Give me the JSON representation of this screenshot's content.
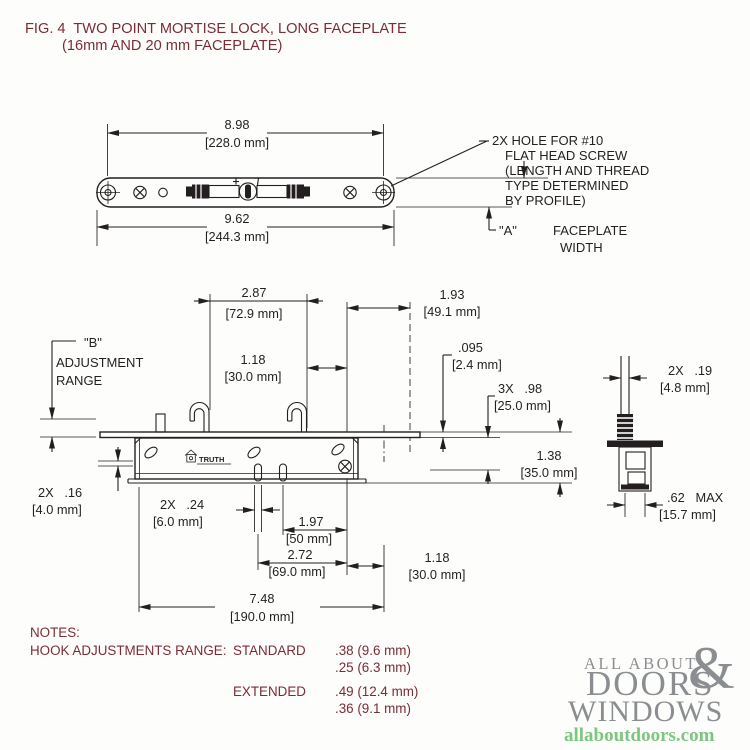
{
  "title": {
    "line1": "FIG. 4  TWO POINT MORTISE LOCK, LONG FACEPLATE",
    "line2": "(16mm AND 20 mm FACEPLATE)"
  },
  "colors": {
    "ink": "#231f20",
    "maroon": "#7c2b36",
    "logo_gray": "#8b8e90",
    "logo_green": "#7cc77f"
  },
  "top_view": {
    "dim_898": {
      "in": "8.98",
      "mm": "[228.0 mm]"
    },
    "dim_962": {
      "in": "9.62",
      "mm": "[244.3 mm]"
    },
    "callout": {
      "l1": "2X HOLE FOR #10",
      "l2": "FLAT HEAD SCREW",
      "l3": "(LENGTH AND THREAD",
      "l4": "TYPE DETERMINED",
      "l5": "BY PROFILE)"
    },
    "a_ref": {
      "label": "\"A\"",
      "desc1": "FACEPLATE",
      "desc2": "WIDTH"
    }
  },
  "side_view": {
    "b_ref": {
      "label": "\"B\"",
      "desc1": "ADJUSTMENT",
      "desc2": "RANGE"
    },
    "dim_287": {
      "in": "2.87",
      "mm": "[72.9 mm]"
    },
    "dim_118_top": {
      "in": "1.18",
      "mm": "[30.0 mm]"
    },
    "dim_193": {
      "in": "1.93",
      "mm": "[49.1 mm]"
    },
    "dim_095": {
      "in": ".095",
      "mm": "[2.4 mm]"
    },
    "dim_098": {
      "in": "3X   .98",
      "mm": "[25.0 mm]"
    },
    "dim_138": {
      "in": "1.38",
      "mm": "[35.0 mm]"
    },
    "dim_016": {
      "in": "2X   .16",
      "mm": "[4.0 mm]"
    },
    "dim_024": {
      "in": "2X   .24",
      "mm": "[6.0 mm]"
    },
    "dim_197": {
      "in": "1.97",
      "mm": "[50 mm]"
    },
    "dim_272": {
      "in": "2.72",
      "mm": "[69.0 mm]"
    },
    "dim_118_bot": {
      "in": "1.18",
      "mm": "[30.0 mm]"
    },
    "dim_748": {
      "in": "7.48",
      "mm": "[190.0 mm]"
    },
    "brand": "TRUTH"
  },
  "end_view": {
    "dim_019": {
      "in": "2X   .19",
      "mm": "[4.8 mm]"
    },
    "dim_062": {
      "in": ".62   MAX",
      "mm": "[15.7 mm]"
    }
  },
  "notes": {
    "heading": "NOTES:",
    "label": "HOOK ADJUSTMENTS RANGE:",
    "standard_label": "STANDARD",
    "standard_values": [
      ".38 (9.6 mm)",
      ".25 (6.3 mm)"
    ],
    "extended_label": "EXTENDED",
    "extended_values": [
      ".49 (12.4 mm)",
      ".36 (9.1 mm)"
    ]
  },
  "logo": {
    "line1": "ALL ABOUT",
    "line2": "DOORS",
    "amp": "&",
    "line3": "WINDOWS",
    "site": "allaboutdoors.com"
  }
}
